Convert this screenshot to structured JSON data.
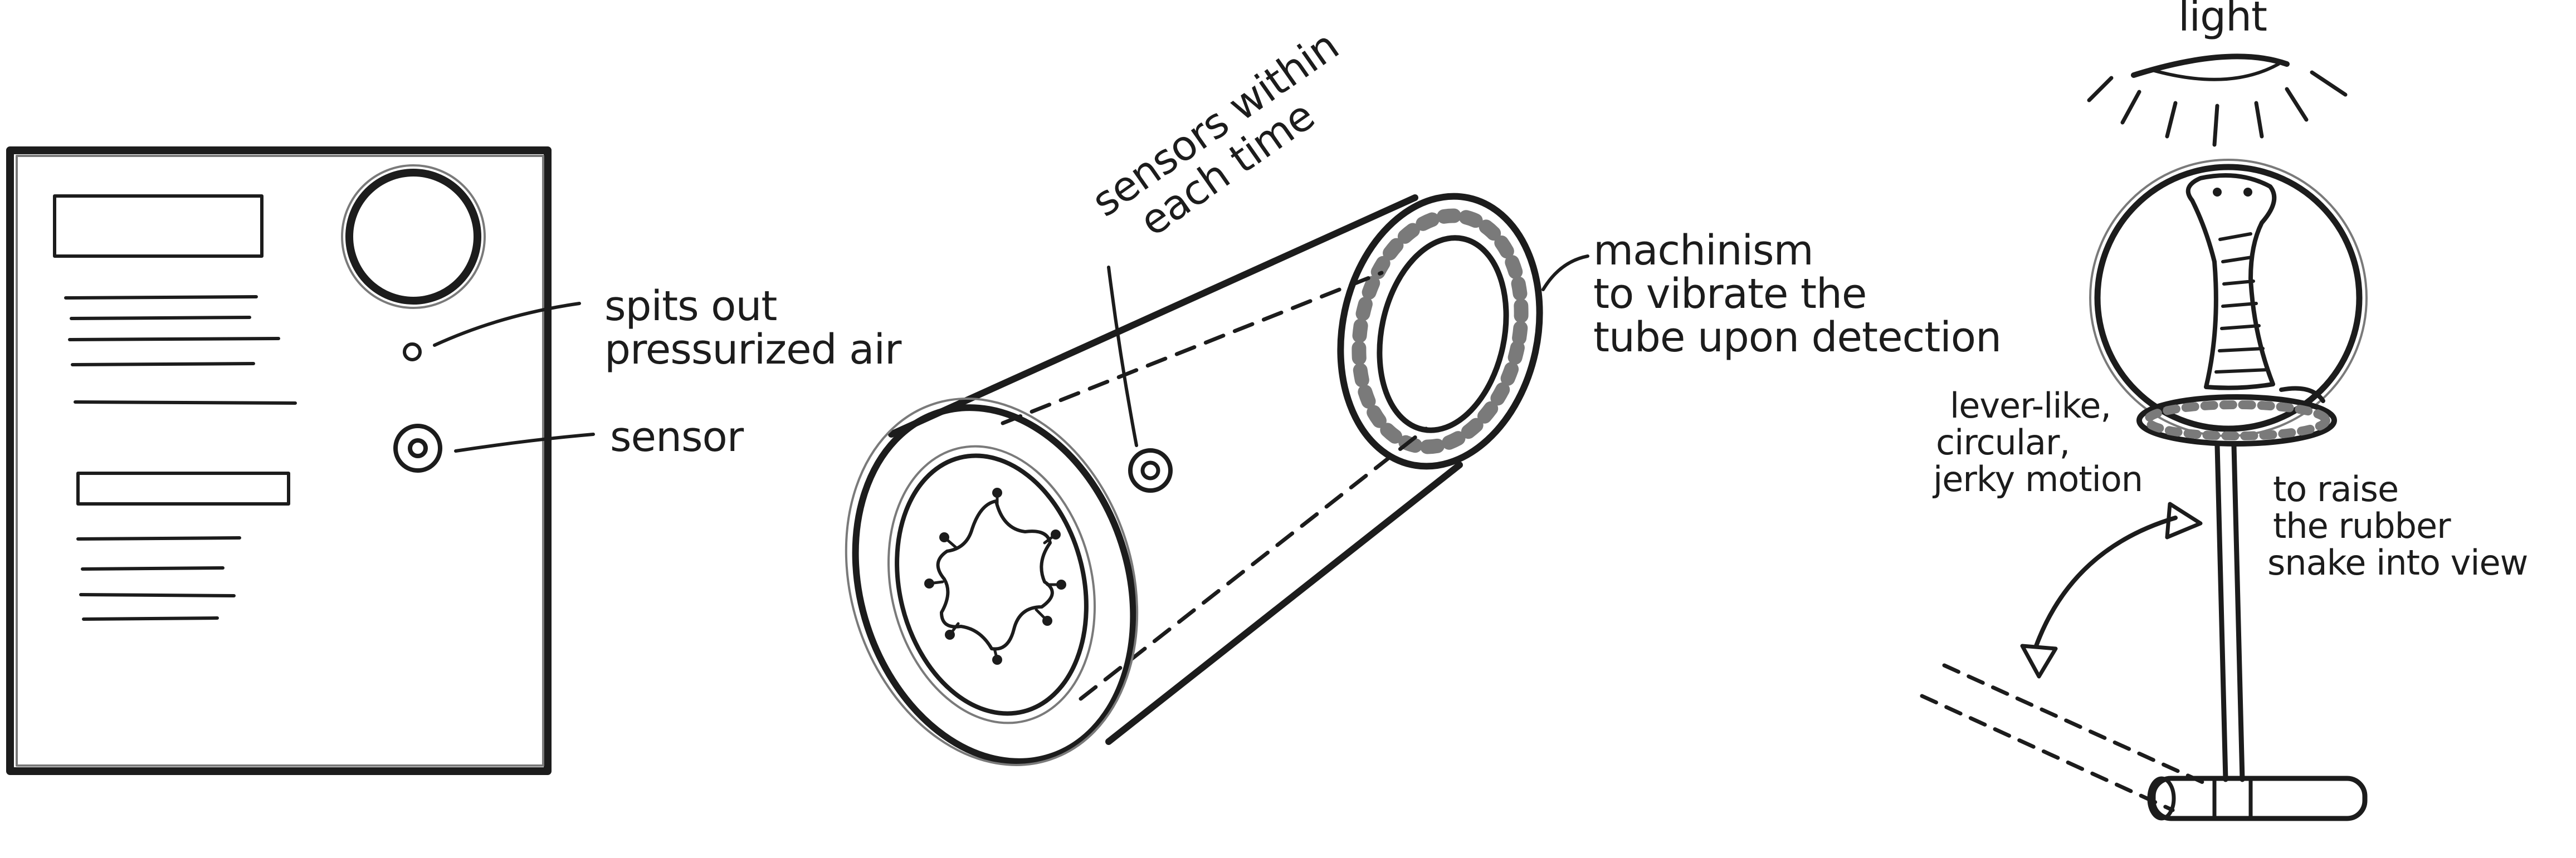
{
  "labels": {
    "air_outlet": [
      "spits out",
      "pressurized air"
    ],
    "sensor": "sensor",
    "tube_sensors": [
      "sensors within",
      "each time"
    ],
    "mechanism": [
      "machinism",
      "to vibrate the",
      "tube upon detection"
    ],
    "light": "light",
    "lever_motion": [
      "lever-like,",
      "circular,",
      "jerky motion"
    ],
    "raise_snake": [
      "to raise",
      "the rubber",
      "snake into view"
    ]
  }
}
